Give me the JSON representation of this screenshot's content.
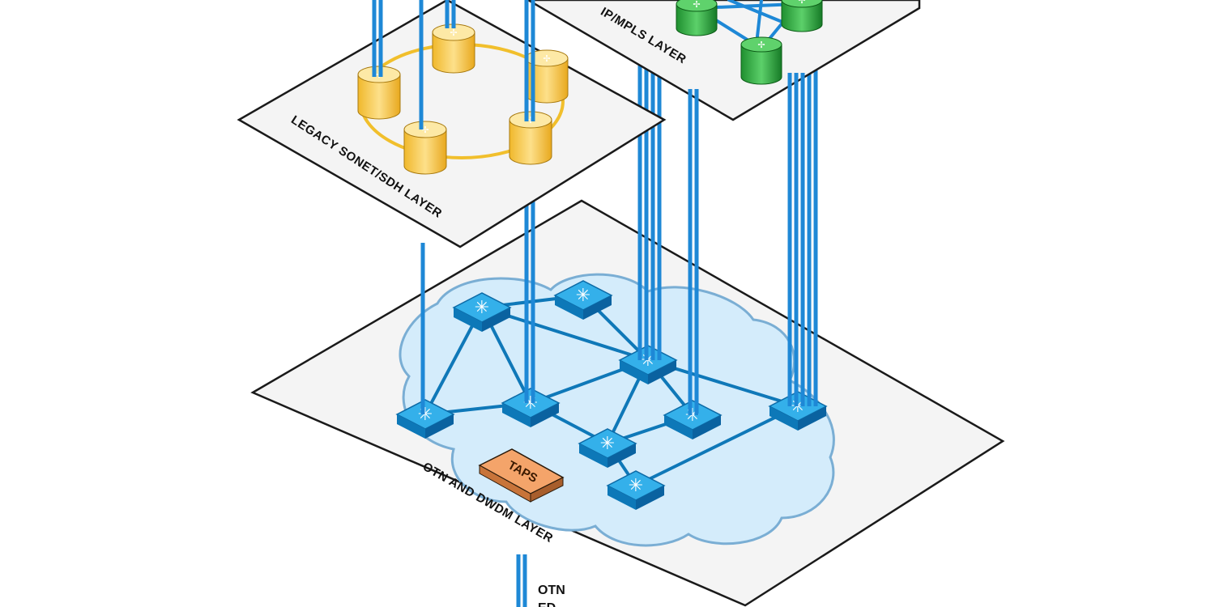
{
  "diagram": {
    "layers": {
      "sonet": {
        "label": "LEGACY SONET/SDH LAYER"
      },
      "mpls": {
        "label": "IP/MPLS LAYER"
      },
      "otn": {
        "label": "OTN AND DWDM LAYER"
      }
    },
    "taps": {
      "label": "TAPS"
    },
    "otn_edge_label": [
      "OTN",
      "ED"
    ],
    "colors": {
      "fiber": "#1e88d6",
      "sonet_router": "#f5c842",
      "mpls_router": "#2eaa3f",
      "otn_switch": "#1a9ad6",
      "cloud": "#d4ecfb",
      "taps": "#f4a46a"
    }
  }
}
